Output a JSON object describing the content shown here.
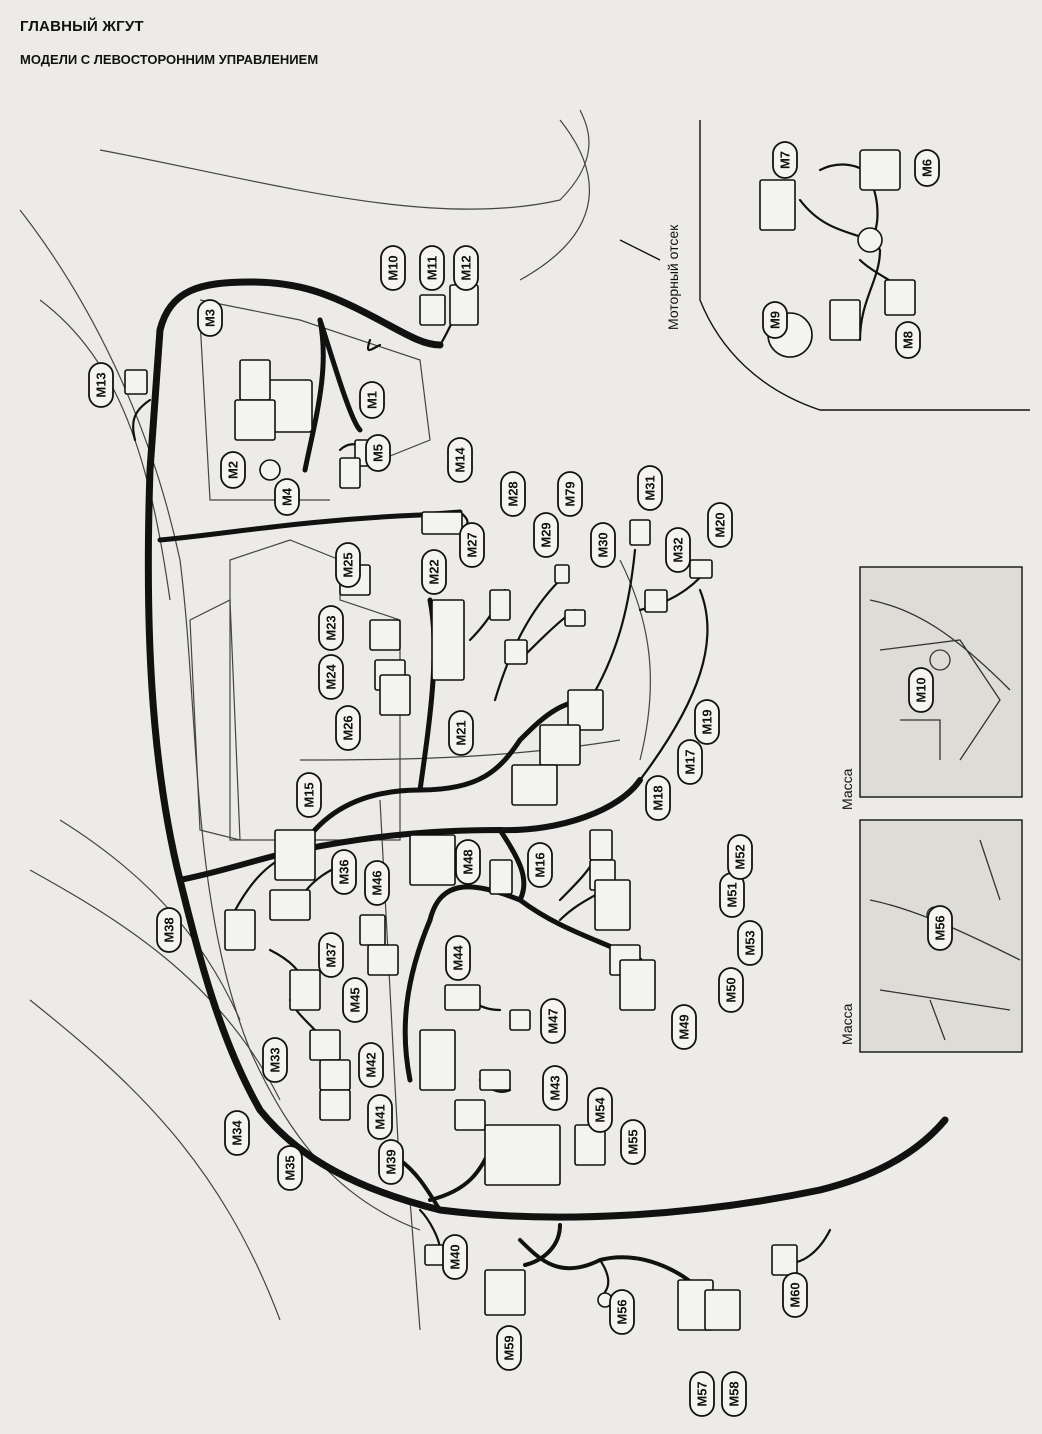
{
  "header": {
    "title": "ГЛАВНЫЙ ЖГУТ",
    "subtitle": "МОДЕЛИ С ЛЕВОСТОРОННИМ УПРАВЛЕНИЕМ"
  },
  "insets": {
    "engine_bay_label": "Моторный отсек",
    "ground_m10_label": "Масса",
    "ground_m56_label": "Масса"
  },
  "connectors": [
    {
      "id": "m1",
      "label": "M1"
    },
    {
      "id": "m2",
      "label": "M2"
    },
    {
      "id": "m3",
      "label": "M3"
    },
    {
      "id": "m4",
      "label": "M4"
    },
    {
      "id": "m5",
      "label": "M5"
    },
    {
      "id": "m6",
      "label": "M6"
    },
    {
      "id": "m7",
      "label": "M7"
    },
    {
      "id": "m8",
      "label": "M8"
    },
    {
      "id": "m9",
      "label": "M9"
    },
    {
      "id": "m10",
      "label": "M10"
    },
    {
      "id": "m11",
      "label": "M11"
    },
    {
      "id": "m12",
      "label": "M12"
    },
    {
      "id": "m13",
      "label": "M13"
    },
    {
      "id": "m14",
      "label": "M14"
    },
    {
      "id": "m15",
      "label": "M15"
    },
    {
      "id": "m16",
      "label": "M16"
    },
    {
      "id": "m17",
      "label": "M17"
    },
    {
      "id": "m18",
      "label": "M18"
    },
    {
      "id": "m19",
      "label": "M19"
    },
    {
      "id": "m20",
      "label": "M20"
    },
    {
      "id": "m21",
      "label": "M21"
    },
    {
      "id": "m22",
      "label": "M22"
    },
    {
      "id": "m23",
      "label": "M23"
    },
    {
      "id": "m24",
      "label": "M24"
    },
    {
      "id": "m25",
      "label": "M25"
    },
    {
      "id": "m26",
      "label": "M26"
    },
    {
      "id": "m27",
      "label": "M27"
    },
    {
      "id": "m28",
      "label": "M28"
    },
    {
      "id": "m29",
      "label": "M29"
    },
    {
      "id": "m30",
      "label": "M30"
    },
    {
      "id": "m31",
      "label": "M31"
    },
    {
      "id": "m32",
      "label": "M32"
    },
    {
      "id": "m33",
      "label": "M33"
    },
    {
      "id": "m34",
      "label": "M34"
    },
    {
      "id": "m35",
      "label": "M35"
    },
    {
      "id": "m36",
      "label": "M36"
    },
    {
      "id": "m37",
      "label": "M37"
    },
    {
      "id": "m38",
      "label": "M38"
    },
    {
      "id": "m39",
      "label": "M39"
    },
    {
      "id": "m40",
      "label": "M40"
    },
    {
      "id": "m41",
      "label": "M41"
    },
    {
      "id": "m42",
      "label": "M42"
    },
    {
      "id": "m43",
      "label": "M43"
    },
    {
      "id": "m44",
      "label": "M44"
    },
    {
      "id": "m45",
      "label": "M45"
    },
    {
      "id": "m46",
      "label": "M46"
    },
    {
      "id": "m47",
      "label": "M47"
    },
    {
      "id": "m48",
      "label": "M48"
    },
    {
      "id": "m49",
      "label": "M49"
    },
    {
      "id": "m50",
      "label": "M50"
    },
    {
      "id": "m51",
      "label": "M51"
    },
    {
      "id": "m52",
      "label": "M52"
    },
    {
      "id": "m53",
      "label": "M53"
    },
    {
      "id": "m54",
      "label": "M54"
    },
    {
      "id": "m55",
      "label": "M55"
    },
    {
      "id": "m56",
      "label": "M56"
    },
    {
      "id": "m56b",
      "label": "M56"
    },
    {
      "id": "m57",
      "label": "M57"
    },
    {
      "id": "m58",
      "label": "M58"
    },
    {
      "id": "m59",
      "label": "M59"
    },
    {
      "id": "m60",
      "label": "M60"
    },
    {
      "id": "m79",
      "label": "M79"
    },
    {
      "id": "m10b",
      "label": "M10"
    }
  ]
}
